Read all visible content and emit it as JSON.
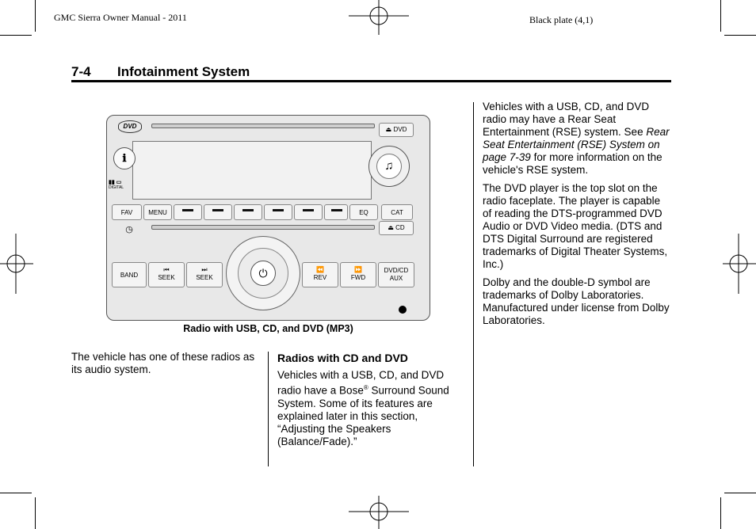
{
  "header": {
    "manual_title": "GMC Sierra Owner Manual - 2011",
    "plate": "Black plate (4,1)"
  },
  "section": {
    "number": "7-4",
    "title": "Infotainment System"
  },
  "figure": {
    "caption": "Radio with USB, CD, and DVD (MP3)",
    "logo_text": "DVD",
    "labels": {
      "dvd_eject": "DVD",
      "cd_eject": "CD",
      "fav": "FAV",
      "menu": "MENU",
      "eq": "EQ",
      "cat": "CAT",
      "band": "BAND",
      "seek_back": "SEEK",
      "seek_fwd": "SEEK",
      "rev": "REV",
      "fwd": "FWD",
      "dvd_cd": "DVD/CD",
      "aux": "AUX",
      "digital": "DIGITAL"
    }
  },
  "left_column": {
    "paragraph": "The vehicle has one of these radios as its audio system."
  },
  "middle_column": {
    "heading": "Radios with CD and DVD",
    "p1_part1": "Vehicles with a USB, CD, and DVD radio have a Bose",
    "p1_reg": "®",
    "p1_part2": " Surround Sound System. Some of its features are explained later in this section, “Adjusting the Speakers (Balance/Fade).”"
  },
  "right_column": {
    "p1_part1": "Vehicles with a USB, CD, and DVD radio may have a Rear Seat Entertainment (RSE) system. See ",
    "p1_link": "Rear Seat Entertainment (RSE) System on page 7‑39",
    "p1_part2": " for more information on the vehicle's RSE system.",
    "p2": "The DVD player is the top slot on the radio faceplate. The player is capable of reading the DTS-programmed DVD Audio or DVD Video media. (DTS and DTS Digital Surround are registered trademarks of Digital Theater Systems, Inc.)",
    "p3": "Dolby and the double-D symbol are trademarks of Dolby Laboratories. Manufactured under license from Dolby Laboratories."
  }
}
